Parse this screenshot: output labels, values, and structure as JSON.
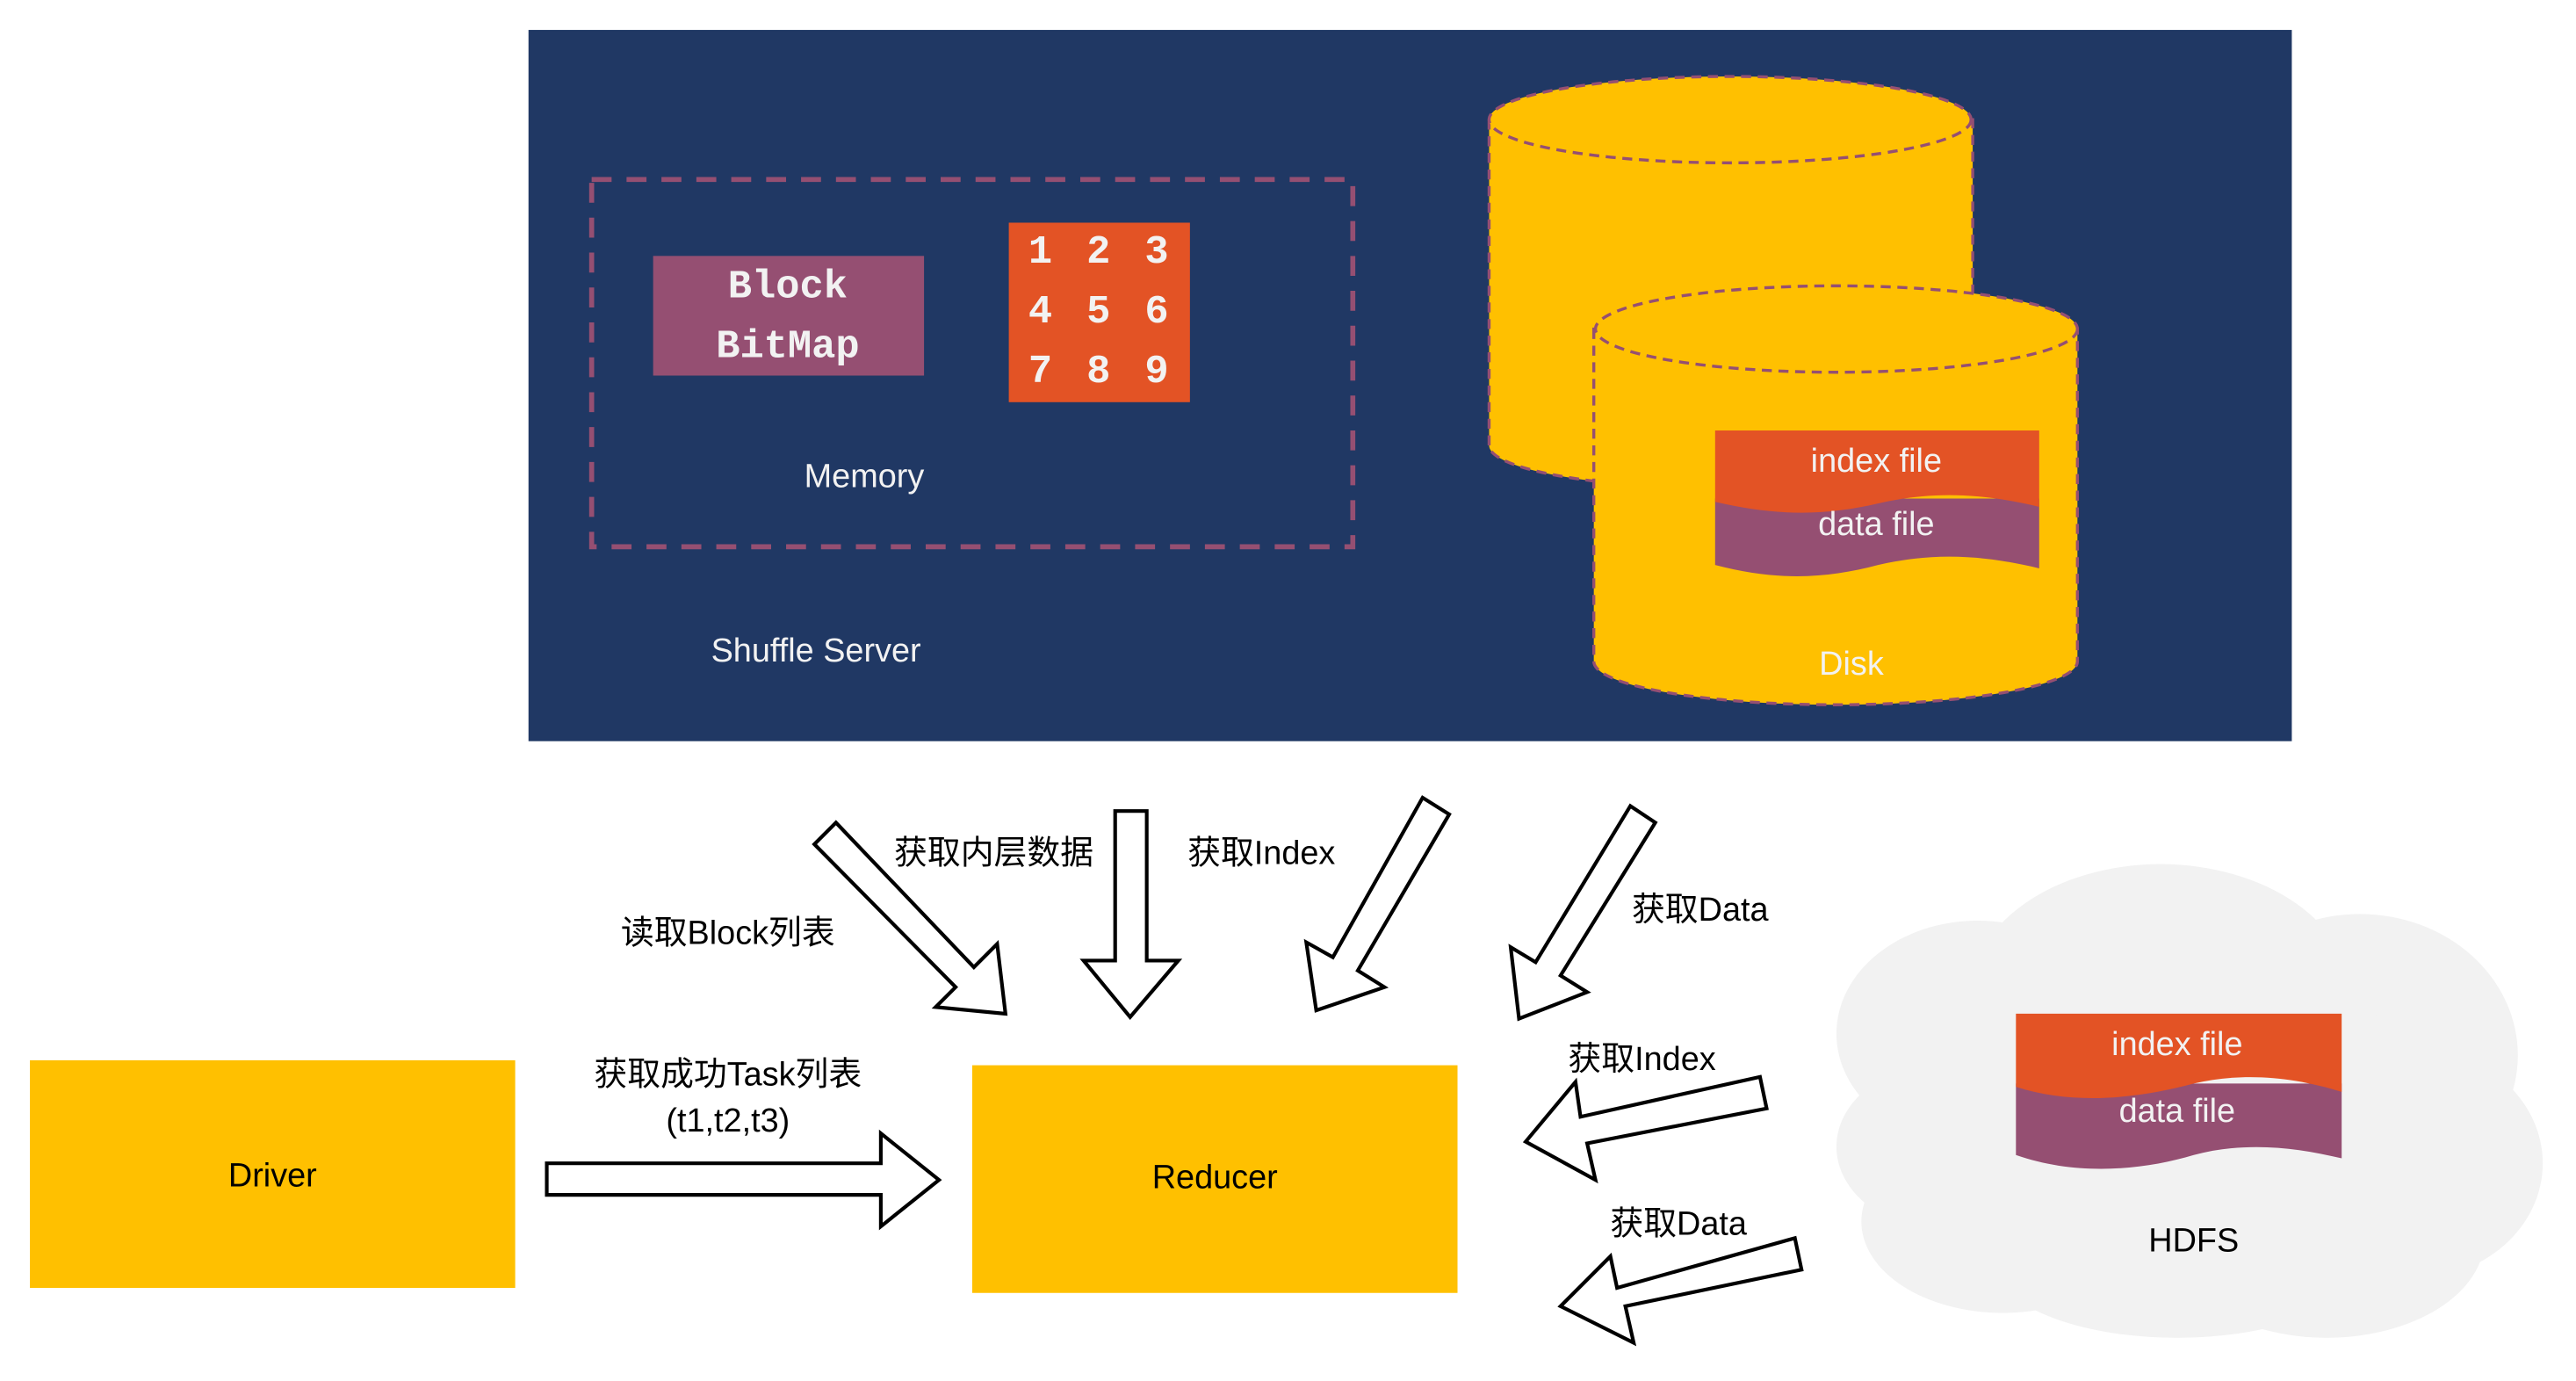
{
  "colors": {
    "server_bg": "#203864",
    "yellow": "#FFC000",
    "orange": "#E35325",
    "purple": "#954F72",
    "cloud": "#F2F2F2",
    "dash": "#954F72"
  },
  "shuffle_server": {
    "label": "Shuffle Server",
    "memory": {
      "label": "Memory",
      "bitmap_line1": "Block",
      "bitmap_line2": "BitMap",
      "grid": [
        [
          "1",
          "2",
          "3"
        ],
        [
          "4",
          "5",
          "6"
        ],
        [
          "7",
          "8",
          "9"
        ]
      ]
    },
    "disk": {
      "label": "Disk",
      "index_file": "index file",
      "data_file": "data file"
    }
  },
  "hdfs": {
    "label": "HDFS",
    "index_file": "index file",
    "data_file": "data file"
  },
  "nodes": {
    "driver": "Driver",
    "reducer": "Reducer"
  },
  "edges": {
    "read_block_list": "读取Block列表",
    "get_memory_data": "获取内层数据",
    "get_index_server": "获取Index",
    "get_data_server": "获取Data",
    "get_task_list_line1": "获取成功Task列表",
    "get_task_list_line2": "(t1,t2,t3)",
    "get_index_hdfs": "获取Index",
    "get_data_hdfs": "获取Data"
  }
}
